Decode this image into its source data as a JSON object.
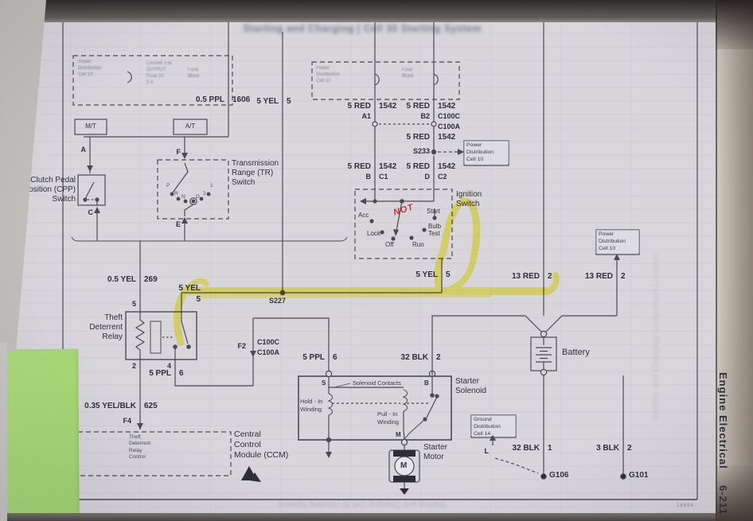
{
  "ghost": {
    "header": "Starting and Charging  |  Cell 30 Starting System",
    "side": "Starting and Charging Component Location",
    "footer": "Starting and Charging  Cell 30 (Starting System)"
  },
  "margin": {
    "title": "Engine Electrical",
    "page": "6-211",
    "print_code": "18894"
  },
  "colors": {
    "highlighter": "#f2e900",
    "sticky_note": "#a9da79",
    "red_ink": "#c5303f",
    "line_ink": "#4a4a52"
  },
  "fuse_block_1": {
    "cell_ref": [
      "Power",
      "Distribution",
      "Cell 10"
    ],
    "fuse": [
      "CRANK F/B",
      "OUTPUT",
      "Fuse 10",
      "5 A"
    ],
    "name": [
      "Fuse",
      "Block"
    ]
  },
  "fuse_block_2": {
    "cell_ref": [
      "Power",
      "Distribution",
      "Cell 10"
    ],
    "name": [
      "Fuse",
      "Block"
    ]
  },
  "wire_labels": {
    "ppl_1606": {
      "g": "0.5 PPL",
      "c": "1606"
    },
    "yel_5_top": {
      "g": "5 YEL",
      "c": "5"
    },
    "red_1542": {
      "g": "5 RED",
      "c": "1542"
    },
    "yel_269": {
      "g": "0.5 YEL",
      "c": "269"
    },
    "yel_5": {
      "g": "5 YEL",
      "c": "5"
    },
    "red_2": {
      "g": "13 RED",
      "c": "2"
    },
    "ppl_6": {
      "g": "5 PPL",
      "c": "6"
    },
    "blk_32_2": {
      "g": "32 BLK",
      "c": "2"
    },
    "yelblk_625": {
      "g": "0.35 YEL/BLK",
      "c": "625"
    },
    "blk_32_1": {
      "g": "32 BLK",
      "c": "1"
    },
    "blk_3_2": {
      "g": "3 BLK",
      "c": "2"
    }
  },
  "terminals": {
    "a1": "A1",
    "b2": "B2",
    "c100c": "C100C",
    "c100a": "C100A",
    "b": "B",
    "c1": "C1",
    "d": "D",
    "c2": "C2",
    "a": "A",
    "c": "C",
    "f": "F",
    "e": "E",
    "s": "S",
    "bb": "B",
    "m": "M",
    "t5": "5",
    "t2": "2",
    "t4": "4",
    "f2": "F2",
    "f4": "F4",
    "l": "L"
  },
  "splices": {
    "s233": "S233",
    "s227": "S227"
  },
  "grounds": {
    "g106": "G106",
    "g101": "G101"
  },
  "boxes": {
    "mt": "M/T",
    "at": "A/T",
    "cpp": [
      "Clutch Pedal",
      "Position (CPP)",
      "Switch"
    ],
    "tr": [
      "Transmission",
      "Range (TR)",
      "Switch"
    ],
    "tr_positions": {
      "p": "P",
      "r": "R",
      "n": "N",
      "d": "D",
      "two": "2",
      "one": "1"
    },
    "ignition": [
      "Ignition",
      "Switch"
    ],
    "ign_positions": {
      "acc": "Acc",
      "lock": "Lock",
      "off": "Off",
      "run": "Run",
      "bulb1": "Bulb",
      "bulb2": "Test",
      "start": "Start"
    },
    "not_note": "NOT",
    "tdr": [
      "Theft",
      "Deterrent",
      "Relay"
    ],
    "solenoid": [
      "Starter",
      "Solenoid"
    ],
    "sol_contacts": "Solenoid Contacts",
    "hold_in": [
      "Hold - In",
      "Winding"
    ],
    "pull_in": [
      "Pull - In",
      "Winding"
    ],
    "motor": [
      "Starter",
      "Motor"
    ],
    "motor_m": "M",
    "battery": "Battery",
    "ccm": [
      "Central",
      "Control",
      "Module (CCM)"
    ],
    "ccm_inner": [
      "Theft",
      "Deterrent",
      "Relay",
      "Control"
    ],
    "pd10": [
      "Power",
      "Distribution",
      "Cell 10"
    ],
    "gd14": [
      "Ground",
      "Distribution",
      "Cell 14"
    ]
  }
}
